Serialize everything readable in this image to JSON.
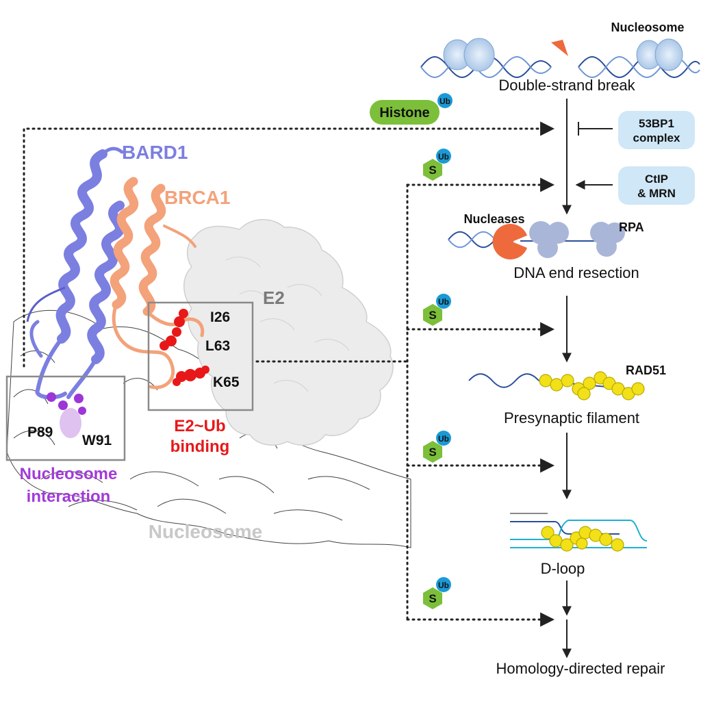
{
  "structure": {
    "bard1_label": "BARD1",
    "brca1_label": "BRCA1",
    "e2_label": "E2",
    "nucleosome_label": "Nucleosome",
    "residues": {
      "i26": "I26",
      "l63": "L63",
      "k65": "K65",
      "p89": "P89",
      "w91": "W91"
    },
    "e2ub_binding": [
      "E2~Ub",
      "binding"
    ],
    "nucleosome_interaction": [
      "Nucleosome",
      "interaction"
    ]
  },
  "pathway": {
    "nucleosome_label": "Nucleosome",
    "steps": [
      "Double-strand break",
      "DNA end resection",
      "Presynaptic filament",
      "D-loop",
      "Homology-directed repair"
    ],
    "nucleases_label": "Nucleases",
    "rpa_label": "RPA",
    "rad51_label": "RAD51",
    "histone_label": "Histone",
    "ub_label": "Ub",
    "s_label": "S",
    "inhibitor_box": [
      "53BP1",
      "complex"
    ],
    "promoter_box": [
      "CtIP",
      "& MRN"
    ]
  },
  "colors": {
    "bard1": "#7b7fe0",
    "brca1": "#f3a27a",
    "red": "#e81818",
    "purple": "#a23ad8",
    "histone_green": "#7cbf3a",
    "ub_blue": "#1a9ad6",
    "box_blue": "#cfe7f7",
    "rad51_yellow": "#f2e018",
    "nuclease_orange": "#ee6a3c",
    "rpa_blue": "#a9b6d8"
  }
}
